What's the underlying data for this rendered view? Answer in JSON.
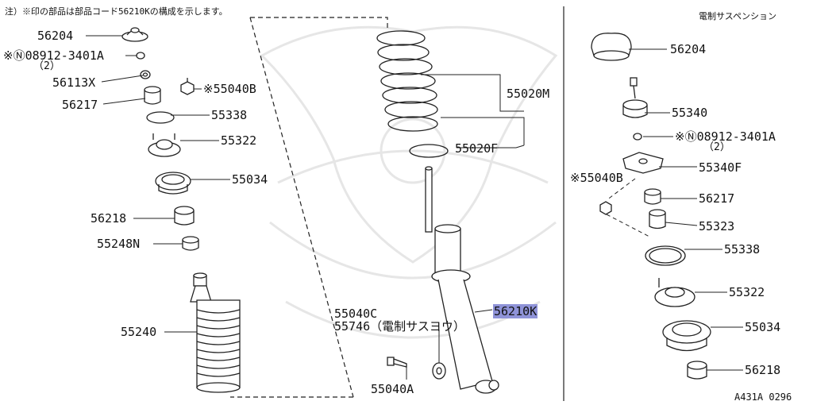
{
  "note_top": "注）※印の部品は部品コード56210Kの構成を示します。",
  "subtitle_right": "電制サスペンション",
  "figure_code": "A431A 0296",
  "highlight_color": "#8f93d8",
  "labels": {
    "p56204_left": "56204",
    "p08912_left": "※Ⓝ08912-3401A",
    "p08912_left_qty": "（2）",
    "p56113x": "56113X",
    "p56217_left": "56217",
    "p55040b_left": "※55040B",
    "p55338_left": "55338",
    "p55322_left": "55322",
    "p55034_left": "55034",
    "p56218_left": "56218",
    "p55248n": "55248N",
    "p55240": "55240",
    "p55020m": "55020M",
    "p55020f": "55020F",
    "p55040c": "55040C",
    "p55746": "55746（電制サスヨウ）",
    "p56210k": "56210K",
    "p55040a": "55040A",
    "p56204_right": "56204",
    "p55340": "55340",
    "p08912_right": "※Ⓝ08912-3401A",
    "p08912_right_qty": "（2）",
    "p55340f": "55340F",
    "p55040b_right": "※55040B",
    "p56217_right": "56217",
    "p55323": "55323",
    "p55338_right": "55338",
    "p55322_right": "55322",
    "p55034_right": "55034",
    "p56218_right": "56218"
  }
}
